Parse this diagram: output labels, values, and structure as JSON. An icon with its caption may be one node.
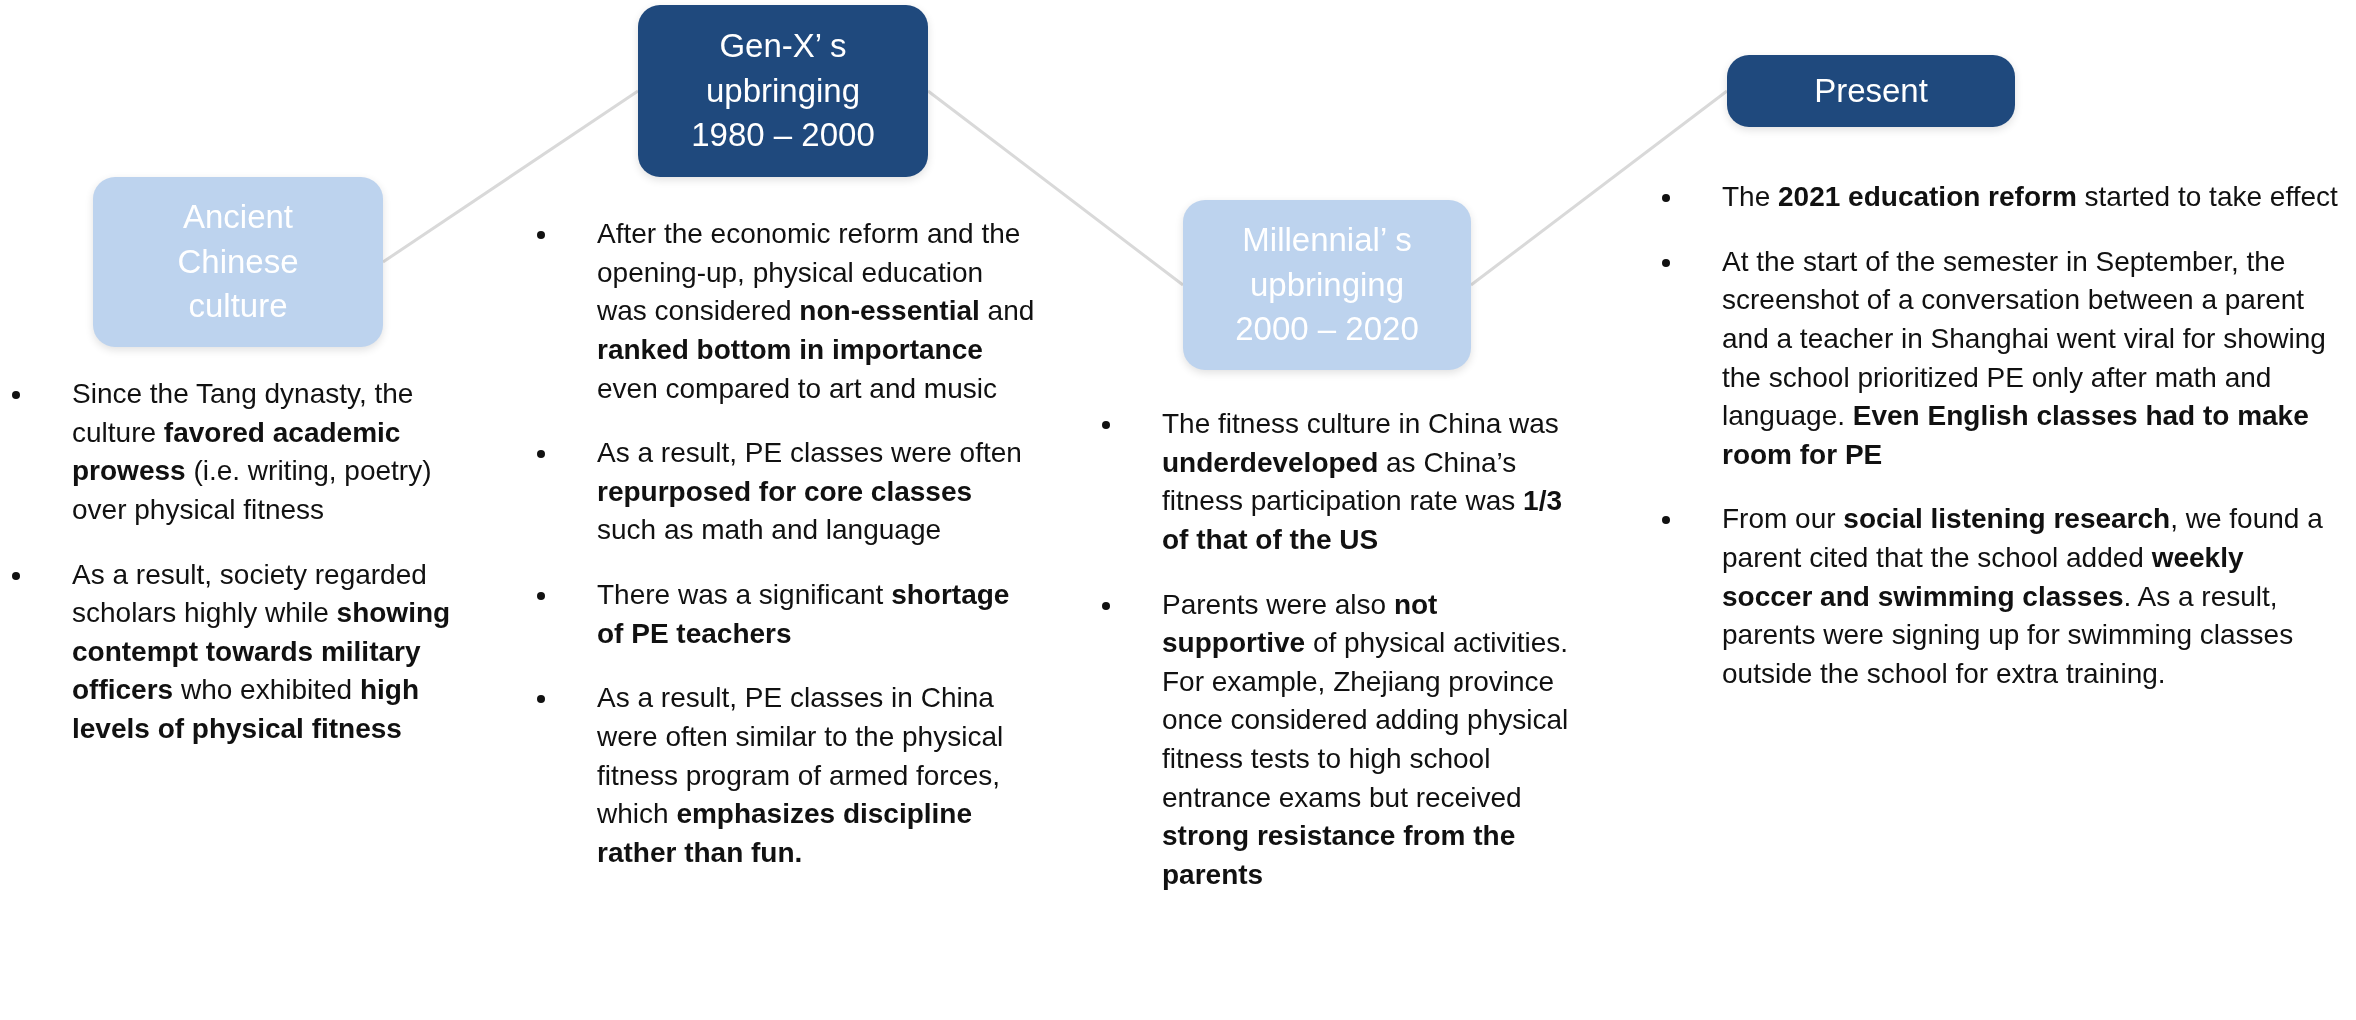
{
  "diagram": {
    "nodes": [
      {
        "text": [
          "Ancient Chinese culture"
        ],
        "beside": [
          "Since the Tang dynasty, the culture **favored academic prowess** (i.e. writing, poetry) over physical fitness",
          "As a result, society regarded scholars highly while **showing contempt towards military officers** who exhibited **high levels of physical fitness**"
        ]
      },
      {
        "text": [
          "Gen-X’ s upbringing 1980 – 2000"
        ],
        "beside": [
          "After the economic reform and the opening-up, physical education was considered **non-essential** and **ranked bottom in importance** even compared to art and music",
          "As a result, PE classes were often **repurposed for core classes** such as math and language",
          "There was a significant **shortage of PE teachers**",
          "As a result, PE classes in China were often similar to the physical fitness program of armed forces, which **emphasizes discipline rather than fun.**"
        ]
      },
      {
        "text": [
          "Millennial’ s upbringing 2000 – 2020"
        ],
        "beside": [
          "The fitness culture in China was **underdeveloped** as China’s fitness participation rate was **1/3 of that of the US**",
          "Parents were also **not supportive** of physical activities. For example, Zhejiang province once considered adding physical fitness tests to high school entrance exams but received **strong resistance from the parents**"
        ]
      },
      {
        "text": [
          "Present"
        ],
        "beside": [
          "The **2021 education reform** started to take effect",
          "At the start of the semester in September, the screenshot of a conversation between a parent and a teacher in Shanghai went viral for  showing the school prioritized PE only after math and language. **Even English classes had to make room for PE**",
          "From our **social listening research**, we found a parent cited that the school added **weekly soccer and swimming classes**. As a result, parents were signing up for swimming classes outside the school for extra training."
        ]
      }
    ],
    "edges": [
      {
        "from": 0,
        "to": 1,
        "arrow": "none"
      },
      {
        "from": 1,
        "to": 2,
        "arrow": "none"
      },
      {
        "from": 2,
        "to": 3,
        "arrow": "none"
      }
    ]
  }
}
